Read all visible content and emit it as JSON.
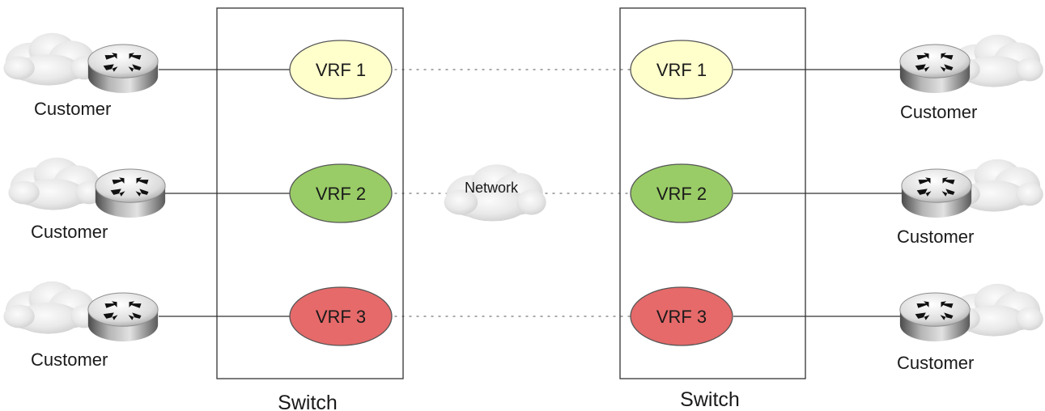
{
  "switches": [
    {
      "label": "Switch",
      "vrfs": [
        {
          "label": "VRF 1",
          "color": "#ffffcc"
        },
        {
          "label": "VRF 2",
          "color": "#99cc66"
        },
        {
          "label": "VRF 3",
          "color": "#e66a6a"
        }
      ]
    },
    {
      "label": "Switch",
      "vrfs": [
        {
          "label": "VRF 1",
          "color": "#ffffcc"
        },
        {
          "label": "VRF 2",
          "color": "#99cc66"
        },
        {
          "label": "VRF 3",
          "color": "#e66a6a"
        }
      ]
    }
  ],
  "network": {
    "label": "Network"
  },
  "customers": {
    "left": [
      {
        "label": "Customer",
        "icon": "router-icon"
      },
      {
        "label": "Customer",
        "icon": "router-icon"
      },
      {
        "label": "Customer",
        "icon": "router-icon"
      }
    ],
    "right": [
      {
        "label": "Customer",
        "icon": "router-icon"
      },
      {
        "label": "Customer",
        "icon": "router-icon"
      },
      {
        "label": "Customer",
        "icon": "router-icon"
      }
    ]
  }
}
